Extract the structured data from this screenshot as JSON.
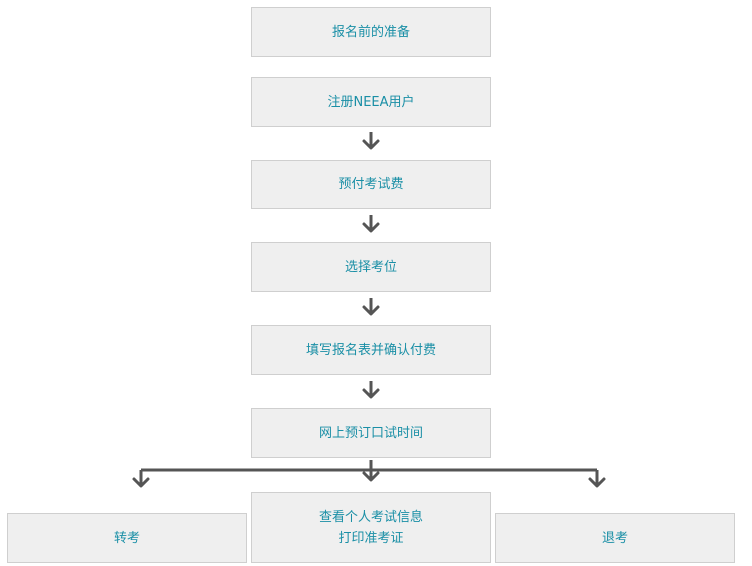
{
  "flow": {
    "step1": "报名前的准备",
    "step2": "注册NEEA用户",
    "step3": "预付考试费",
    "step4": "选择考位",
    "step5": "填写报名表并确认付费",
    "step6": "网上预订口试时间",
    "branch_left": "转考",
    "branch_center_line1": "查看个人考试信息",
    "branch_center_line2": "打印准考证",
    "branch_right": "退考"
  },
  "colors": {
    "text": "#1a8fa6",
    "box_fill": "#efefef",
    "box_border": "#cfcfcf",
    "arrow": "#555555"
  }
}
